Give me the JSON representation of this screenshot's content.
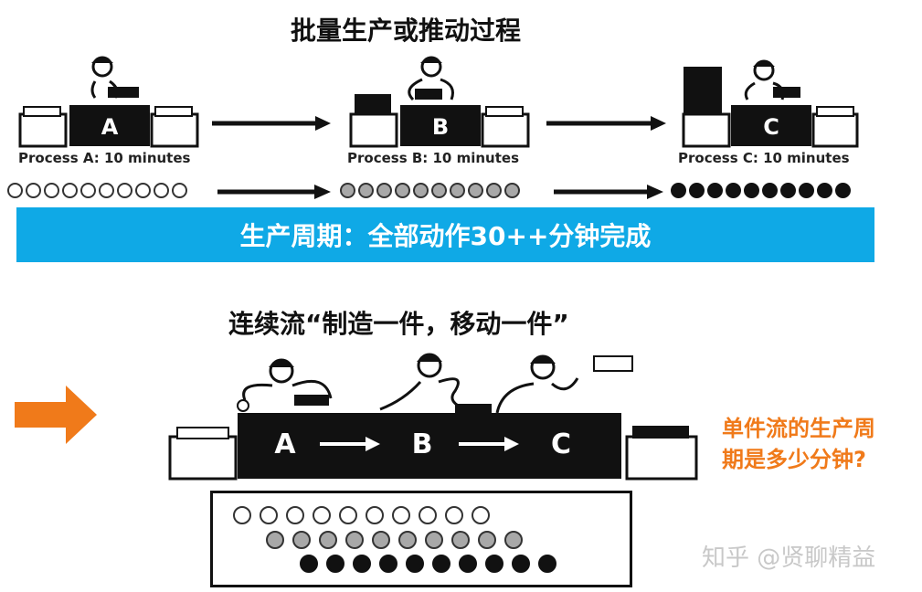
{
  "batch_section": {
    "title": "批量生产或推动过程",
    "stations": [
      {
        "letter": "A",
        "label": "Process A: 10 minutes",
        "dot_style": "white",
        "dot_count": 10
      },
      {
        "letter": "B",
        "label": "Process B: 10 minutes",
        "dot_style": "grey",
        "dot_count": 10
      },
      {
        "letter": "C",
        "label": "Process C: 10 minutes",
        "dot_style": "black",
        "dot_count": 10
      }
    ],
    "banner": "生产周期：全部动作30++分钟完成"
  },
  "flow_section": {
    "title": "连续流“制造一件，移动一件”",
    "letters": [
      "A",
      "B",
      "C"
    ],
    "dot_rows": [
      {
        "style": "white",
        "count": 10
      },
      {
        "style": "grey",
        "count": 10
      },
      {
        "style": "black",
        "count": 10
      }
    ],
    "question_line1": "单件流的生产周",
    "question_line2": "期是多少分钟?"
  },
  "watermark": "知乎 @贤聊精益",
  "colors": {
    "banner": "#0fa9e6",
    "accent_arrow": "#f07a1a",
    "question_text": "#f07a1a"
  }
}
